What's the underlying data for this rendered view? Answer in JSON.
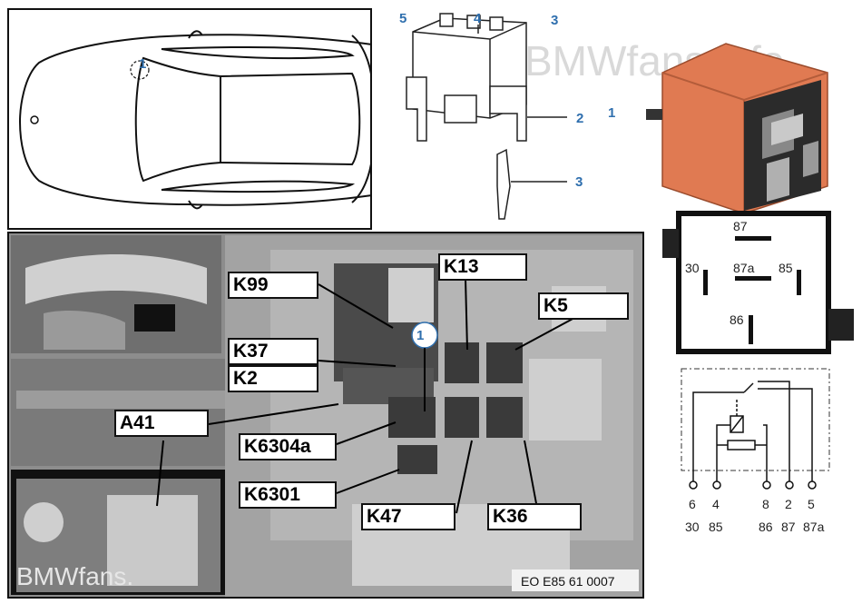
{
  "car_view": {
    "callout": "1"
  },
  "exploded": {
    "callouts": {
      "c5": "5",
      "c4": "4",
      "c3_top": "3",
      "c2": "2",
      "c3_side": "3"
    }
  },
  "relay": {
    "callout": "1"
  },
  "pin_diagram": {
    "p87": "87",
    "p30": "30",
    "p87a": "87a",
    "p85": "85",
    "p86": "86"
  },
  "schematic": {
    "pin_numbers": [
      "6",
      "4",
      "8",
      "2",
      "5"
    ],
    "terminals": [
      "30",
      "85",
      "86",
      "87",
      "87a"
    ]
  },
  "fuse_box": {
    "callout": "1",
    "labels": {
      "k99": "K99",
      "k13": "K13",
      "k5": "K5",
      "k37": "K37",
      "k2": "K2",
      "a41": "A41",
      "k6304a": "K6304a",
      "k6301": "K6301",
      "k47": "K47",
      "k36": "K36"
    },
    "reference": "EO E85 61 0007"
  },
  "watermarks": {
    "top": "BMWfans.info",
    "bottom": "BMWfans."
  }
}
